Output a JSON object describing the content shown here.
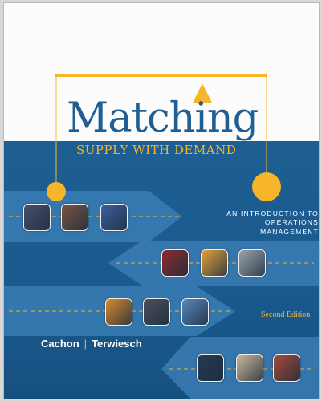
{
  "cover": {
    "title": "Matching",
    "subtitle": "SUPPLY WITH DEMAND",
    "intro_line1": "AN INTRODUCTION TO",
    "intro_line2": "OPERATIONS MANAGEMENT",
    "edition": "Second Edition",
    "author1": "Cachon",
    "separator": "|",
    "author2": "Terwiesch"
  },
  "colors": {
    "accent_blue": "#1f5f93",
    "accent_gold": "#f6b52a",
    "arrow_blue": "#3a7cb4"
  },
  "photos": [
    {
      "name": "photo-workers-icon",
      "color": "#4b4f6b"
    },
    {
      "name": "photo-hands-icon",
      "color": "#7a5542"
    },
    {
      "name": "photo-medical-icon",
      "color": "#3e5fa0"
    },
    {
      "name": "photo-ship-icon",
      "color": "#8a2d2f"
    },
    {
      "name": "photo-wind-turbine-icon",
      "color": "#e3a13a"
    },
    {
      "name": "photo-technician-icon",
      "color": "#9aa3a9"
    },
    {
      "name": "photo-airplane-icon",
      "color": "#d58a2c"
    },
    {
      "name": "photo-factory-icon",
      "color": "#4a4f5c"
    },
    {
      "name": "photo-truck-icon",
      "color": "#5a86b8"
    },
    {
      "name": "photo-shopper-icon",
      "color": "#263a55"
    },
    {
      "name": "photo-bottles-icon",
      "color": "#c9b79a"
    },
    {
      "name": "photo-customers-icon",
      "color": "#a54a3a"
    }
  ]
}
